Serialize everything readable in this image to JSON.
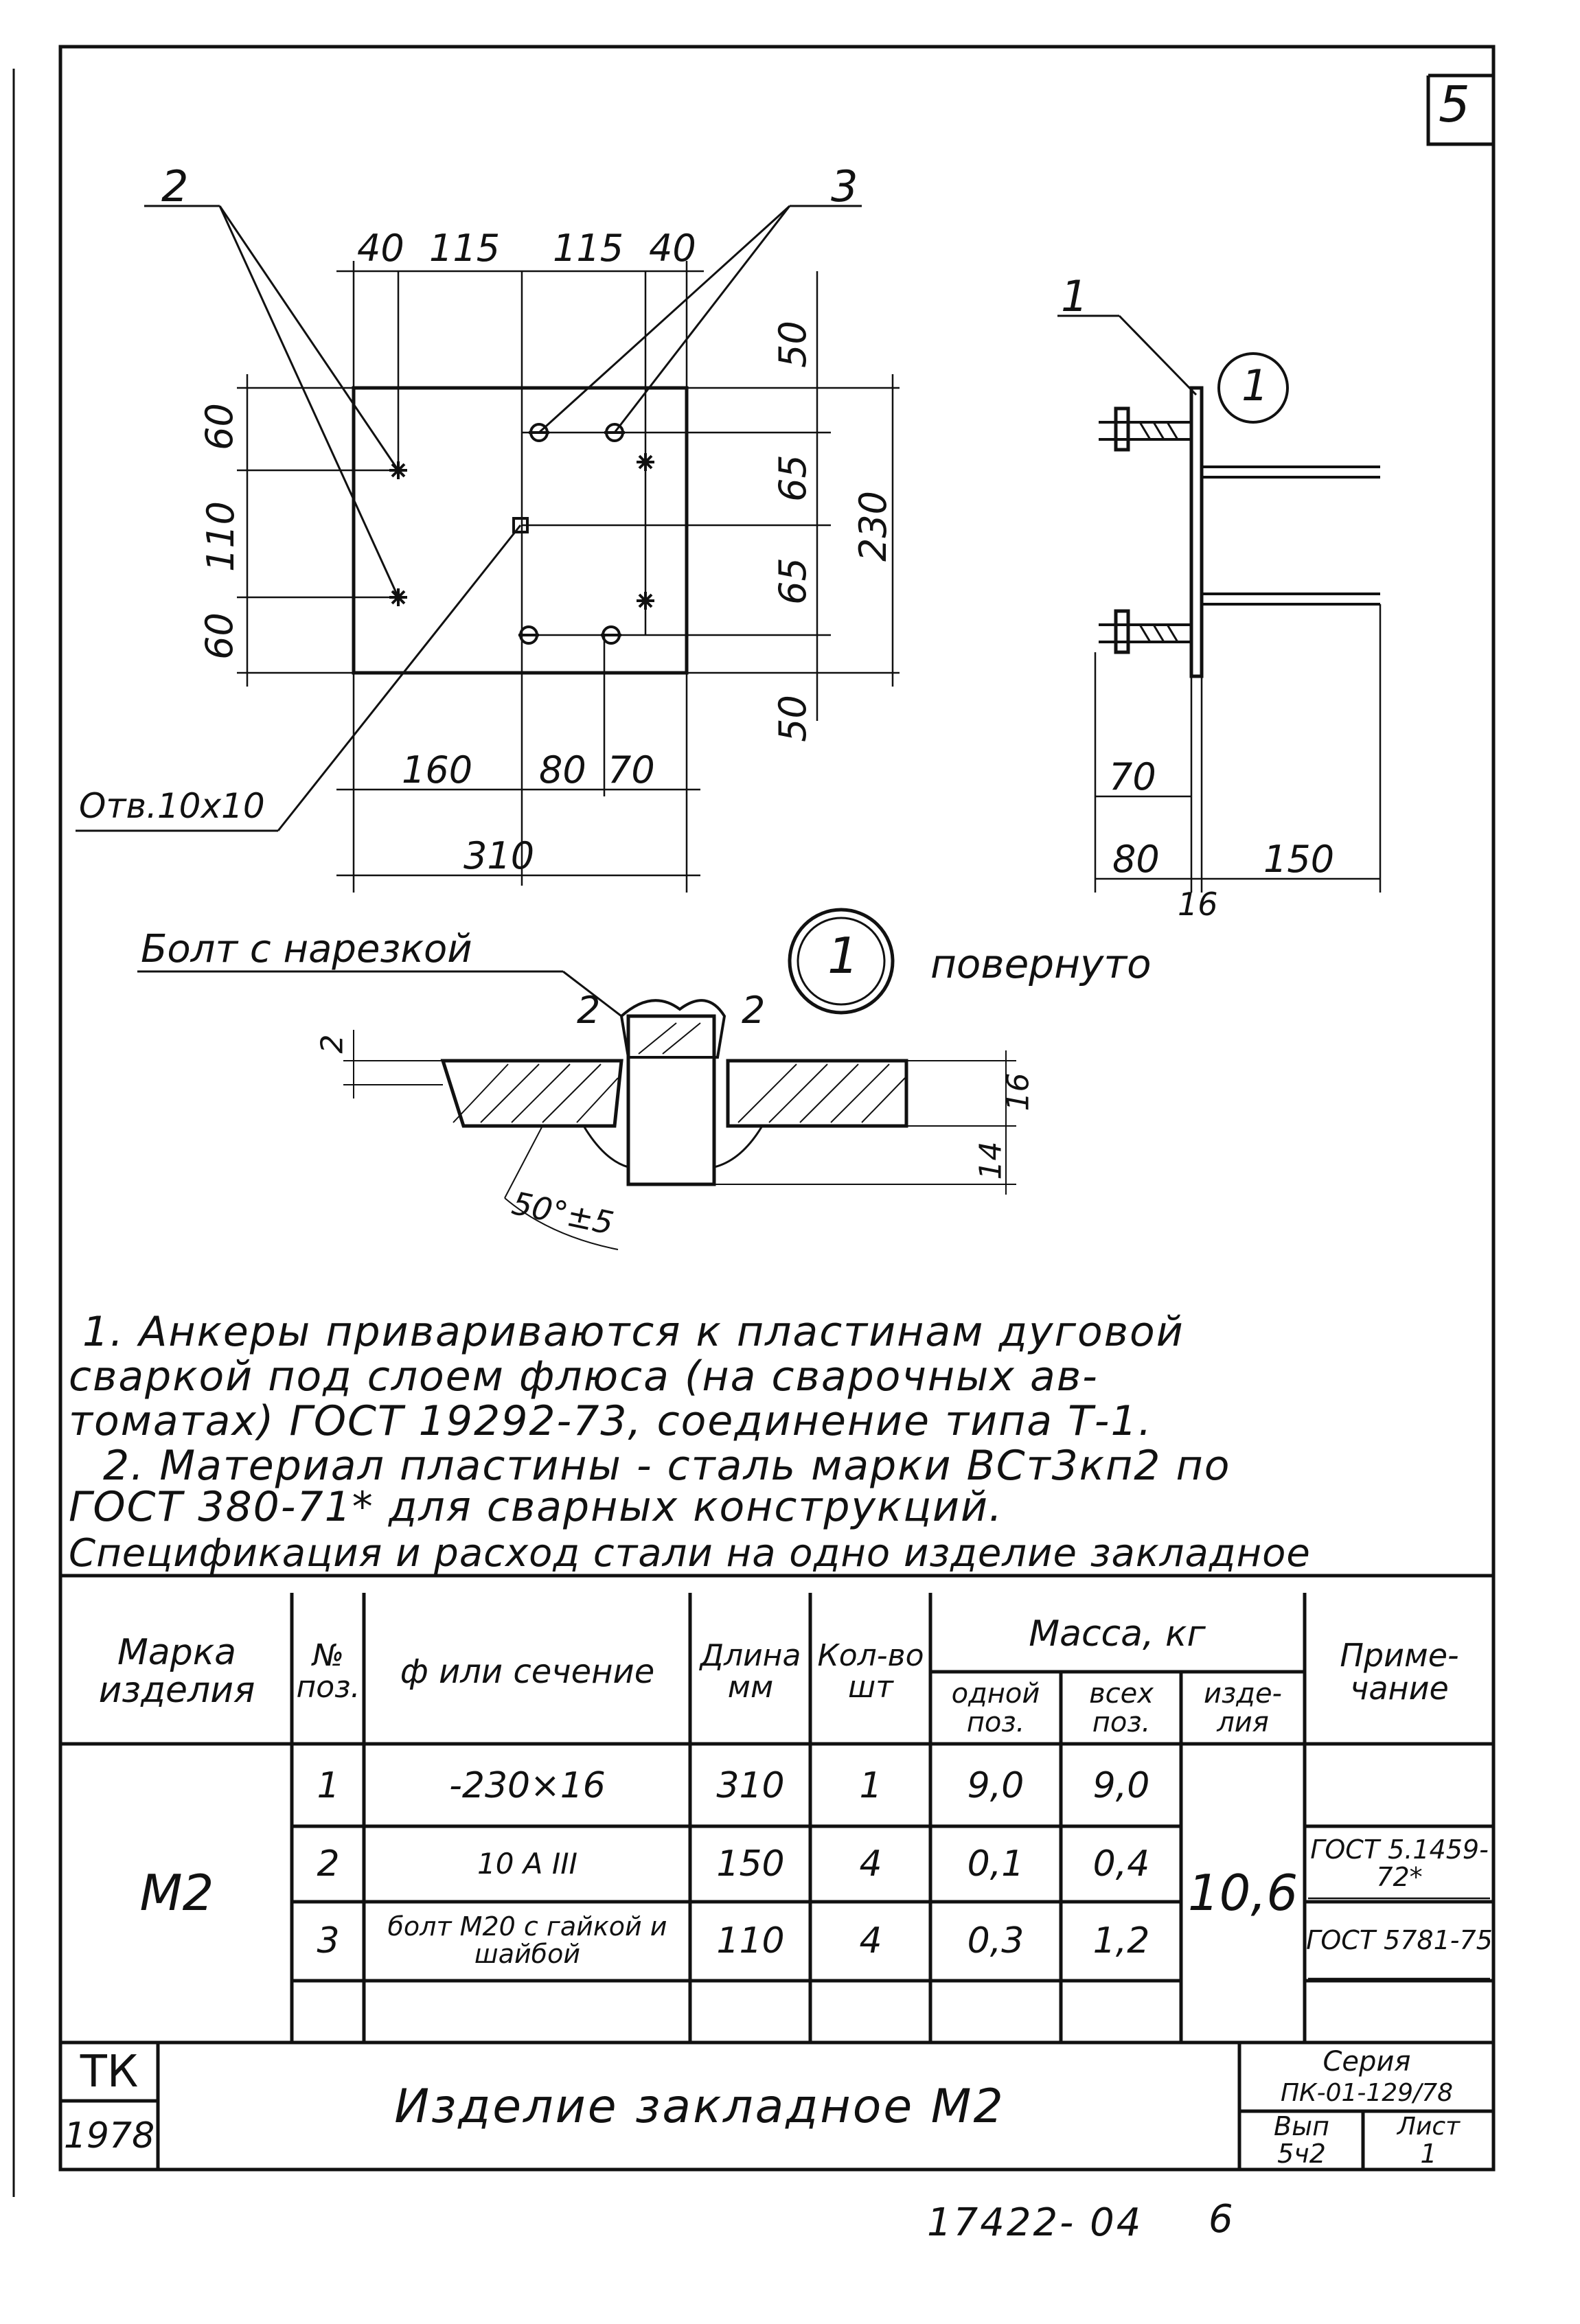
{
  "sheet": {
    "number": "5",
    "bottom_code": "17422- 04",
    "bottom_page": "6"
  },
  "drawing": {
    "plan_dims": {
      "top": [
        "40",
        "115",
        "115",
        "40"
      ],
      "left": [
        "60",
        "110",
        "60"
      ],
      "right_small": [
        "50",
        "65",
        "65",
        "50"
      ],
      "right_total": "230",
      "bottom": [
        "160",
        "80",
        "70"
      ],
      "bottom_total": "310"
    },
    "callouts": {
      "anchor": "2",
      "bolt": "3",
      "plate": "1"
    },
    "hole_label": "Отв.10х10",
    "side_dims": {
      "a": "70",
      "b": "80",
      "c": "150",
      "thickness": "16"
    },
    "section": {
      "marker": "1",
      "marker_suffix": "повернуто",
      "bolt_label": "Болт с нарезкой",
      "weld_left": "2",
      "weld_right": "2",
      "dim_top": "2",
      "dim_16": "16",
      "dim_14": "14",
      "angle": "50°±5"
    }
  },
  "notes": [
    "1. Анкеры привариваются к пластинам дуговой",
    "сваркой под слоем флюса (на сварочных ав-",
    "томатах) ГОСТ 19292-73, соединение типа Т-1.",
    "2. Материал пластины - сталь марки ВСт3кп2 по",
    "ГОСТ 380-71* для сварных конструкций."
  ],
  "spec": {
    "title": "Спецификация и расход стали на одно изделие закладное",
    "headers": {
      "mark": "Марка изделия",
      "pos": "№ поз.",
      "section": "ф или сечение",
      "length": "Длина мм",
      "qty": "Кол-во шт",
      "mass": "Масса, кг",
      "mass_one": "одной поз.",
      "mass_all": "всех поз.",
      "mass_item": "изде- лия",
      "note": "Приме- чание"
    },
    "mark": "М2",
    "item_mass": "10,6",
    "rows": [
      {
        "pos": "1",
        "section": "-230×16",
        "length": "310",
        "qty": "1",
        "one": "9,0",
        "all": "9,0",
        "note": ""
      },
      {
        "pos": "2",
        "section": "10 А III",
        "length": "150",
        "qty": "4",
        "one": "0,1",
        "all": "0,4",
        "note": "ГОСТ 5.1459-72*"
      },
      {
        "pos": "3",
        "section": "болт М20 с гайкой и шайбой",
        "length": "110",
        "qty": "4",
        "one": "0,3",
        "all": "1,2",
        "note": "ГОСТ 5781-75"
      }
    ]
  },
  "title_block": {
    "org": "ТК",
    "year": "1978",
    "name": "Изделие закладное М2",
    "series_label": "Серия",
    "series": "ПК-01-129/78",
    "issue_label": "Вып",
    "issue": "5ч2",
    "sheet_label": "Лист",
    "sheet": "1"
  }
}
